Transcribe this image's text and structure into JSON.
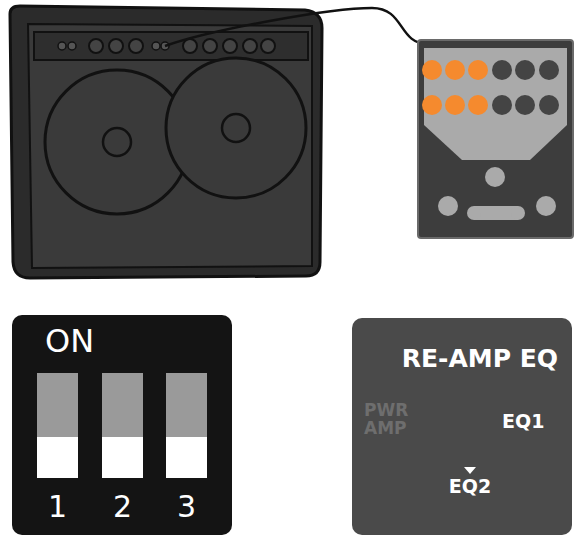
{
  "diagram": {
    "nodes": [
      {
        "text": [
          "ON",
          "1",
          "2",
          "3"
        ]
      },
      {
        "text": [
          "RE-AMP EQ",
          "PWR AMP",
          "EQ1",
          "EQ2"
        ]
      }
    ]
  }
}
